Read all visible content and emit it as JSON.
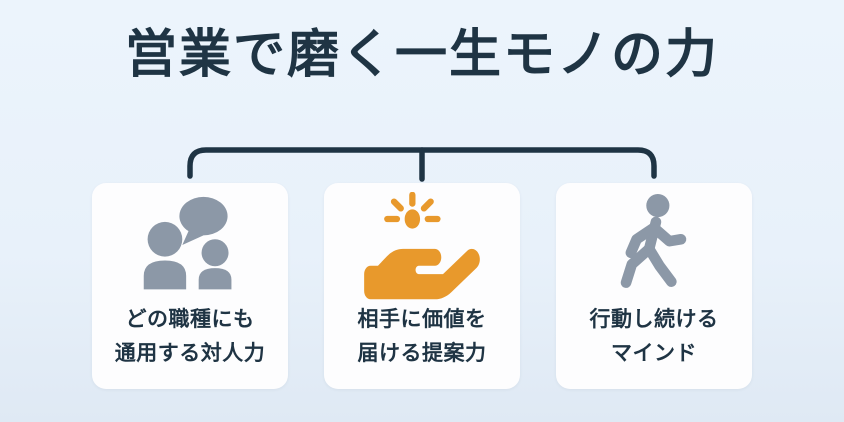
{
  "title": "営業で磨く一生モノの力",
  "cards": [
    {
      "icon": "people-chat-icon",
      "line1": "どの職種にも",
      "line2": "通用する対人力",
      "icon_color": "#8c98a7"
    },
    {
      "icon": "hand-offering-light-icon",
      "line1": "相手に価値を",
      "line2": "届ける提案力",
      "icon_color": "#e8992c"
    },
    {
      "icon": "walking-person-icon",
      "line1": "行動し続ける",
      "line2": "マインド",
      "icon_color": "#8c98a7"
    }
  ],
  "colors": {
    "background_top": "#ecf4fc",
    "background_bottom": "#dfe9f4",
    "navy": "#1f3444",
    "icon_gray_blue": "#8c98a7",
    "icon_orange": "#e8992c",
    "card_background": "#fdfdfe"
  }
}
